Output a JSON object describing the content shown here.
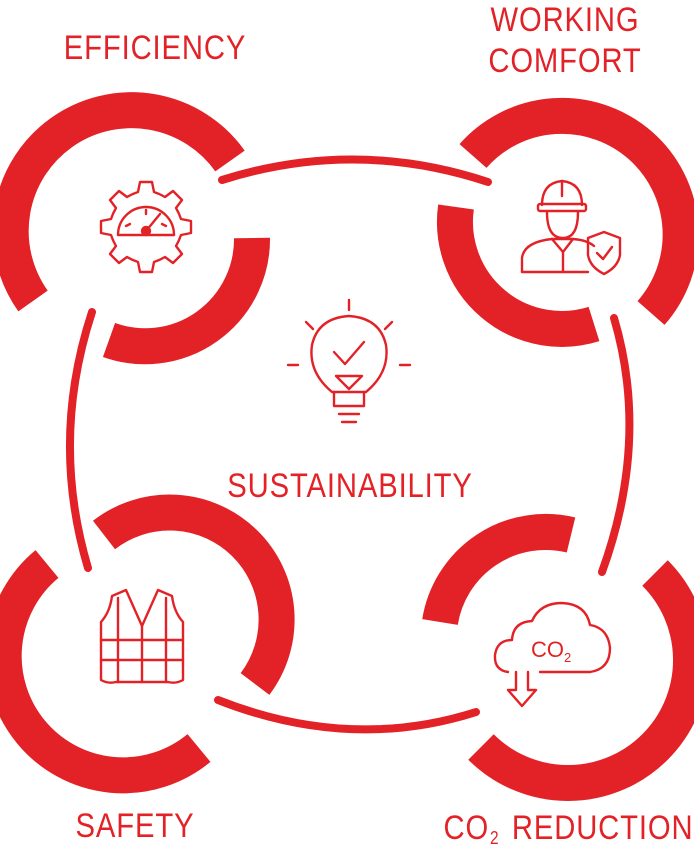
{
  "center": {
    "label": "SUSTAINABILITY",
    "icon": "lightbulb-check-icon"
  },
  "nodes": {
    "efficiency": {
      "label": "EFFICIENCY",
      "icon": "gear-gauge-icon"
    },
    "working_comfort": {
      "label_line1": "WORKING",
      "label_line2": "COMFORT",
      "icon": "worker-shield-icon"
    },
    "safety": {
      "label": "SAFETY",
      "icon": "safety-vest-icon"
    },
    "co2_reduction": {
      "label_prefix": "CO",
      "label_subscript": "2",
      "label_suffix": "REDUCTION",
      "icon": "co2-cloud-icon",
      "icon_text": "CO",
      "icon_subscript": "2"
    }
  },
  "colors": {
    "accent": "#e32227",
    "background": "#ffffff"
  }
}
